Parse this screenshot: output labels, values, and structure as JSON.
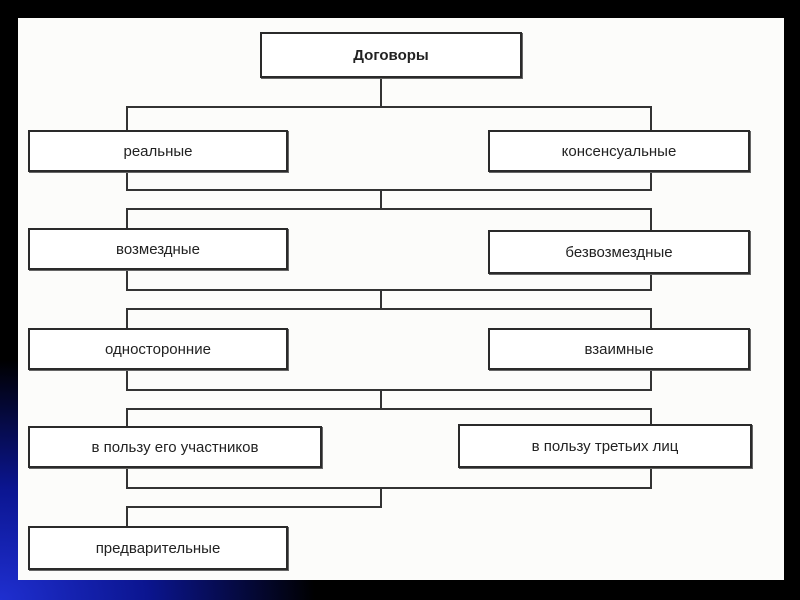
{
  "diagram": {
    "root": "Договоры",
    "nodes": {
      "real": "реальные",
      "consensual": "консенсуальные",
      "paid": "возмездные",
      "gratuitous": "безвозмездные",
      "unilateral": "односторонние",
      "mutual": "взаимные",
      "participants": "в пользу его участников",
      "third_parties": "в пользу третьих лиц",
      "preliminary": "предварительные"
    }
  }
}
